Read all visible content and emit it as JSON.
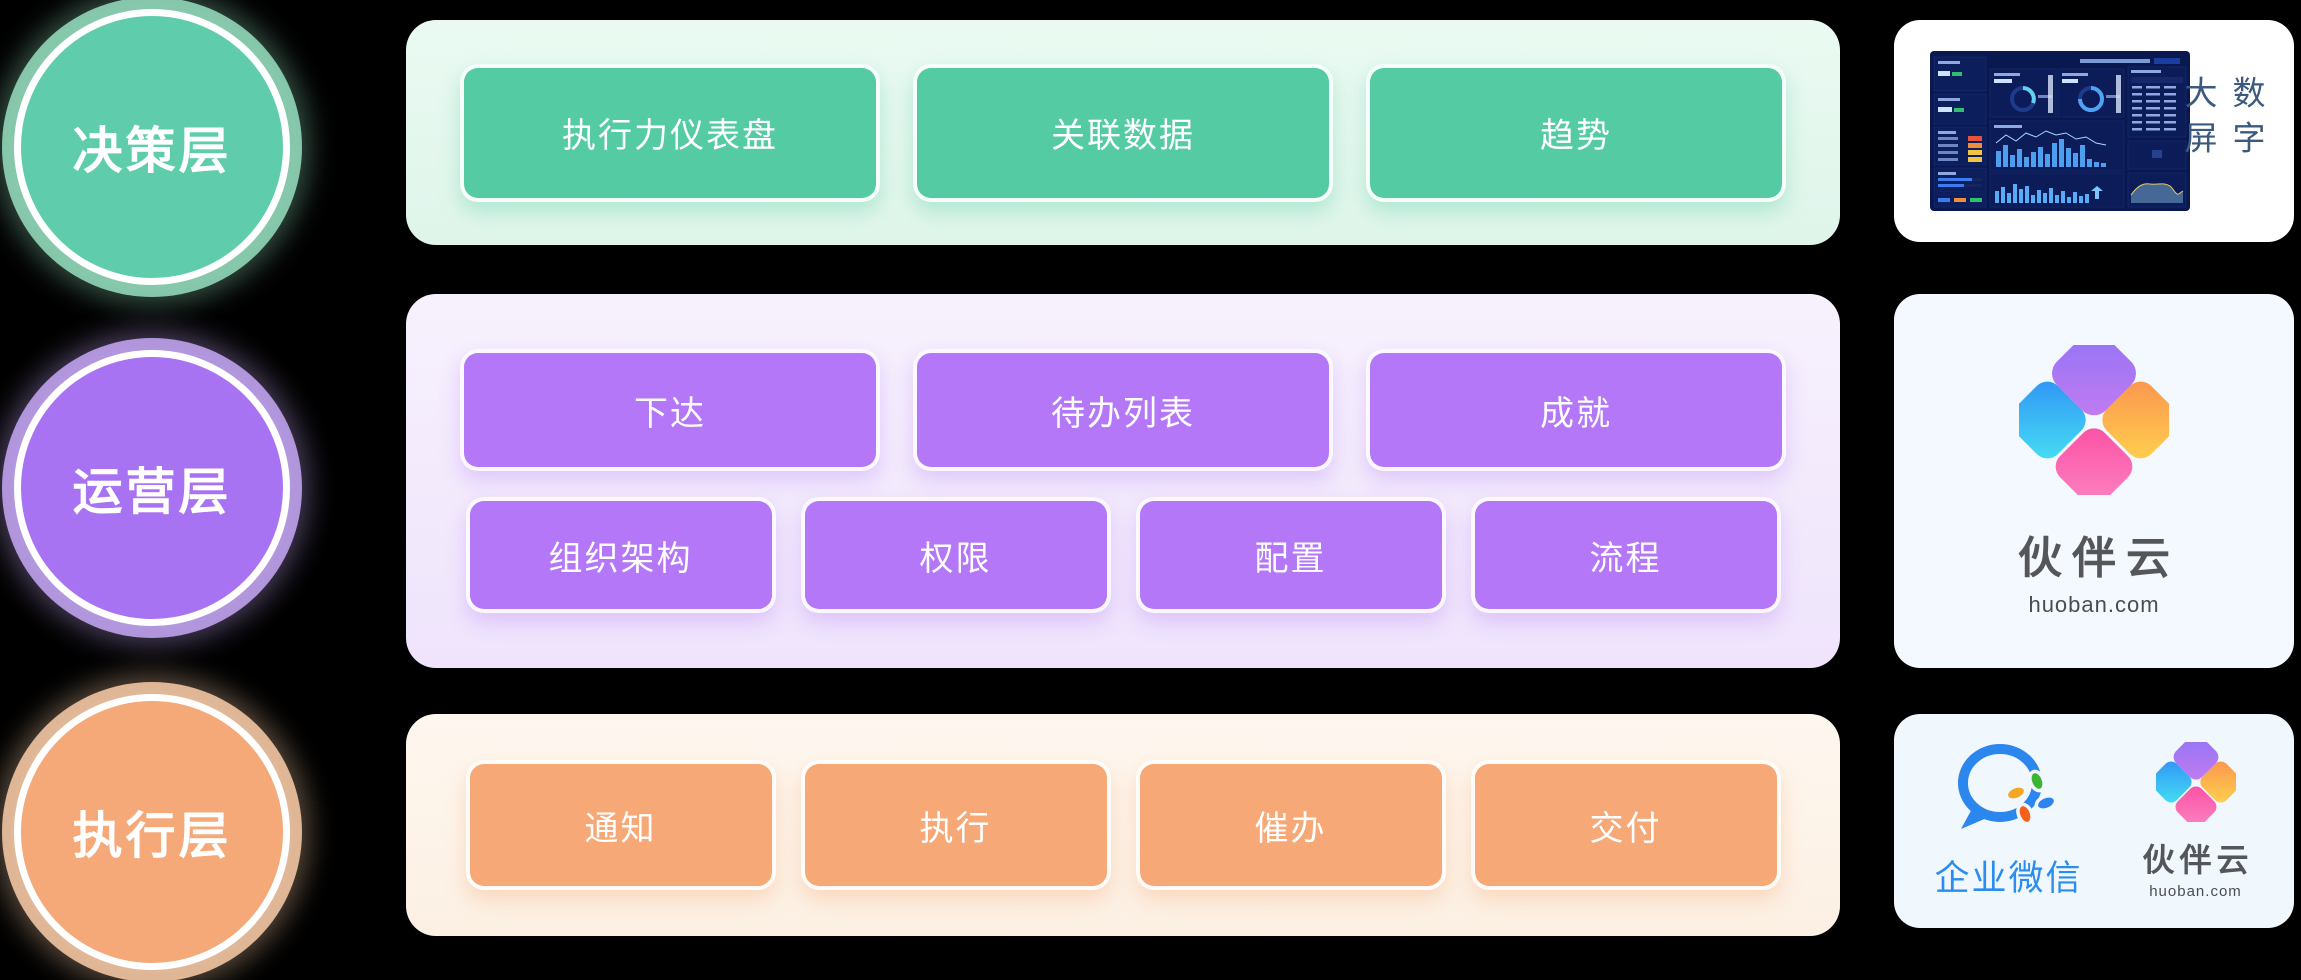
{
  "page": {
    "background": "#000000"
  },
  "layers": [
    {
      "name": "决策层",
      "theme": {
        "circle": "#5FCDAB",
        "panel": "#E5F8EF",
        "chip": "#55CBA4"
      },
      "rows": [
        [
          "执行力仪表盘",
          "关联数据",
          "趋势"
        ]
      ]
    },
    {
      "name": "运营层",
      "theme": {
        "circle": "#A873F2",
        "panel": "#F3EBFD",
        "chip": "#B377F7"
      },
      "rows": [
        [
          "下达",
          "待办列表",
          "成就"
        ],
        [
          "组织架构",
          "权限",
          "配置",
          "流程"
        ]
      ]
    },
    {
      "name": "执行层",
      "theme": {
        "circle": "#F5A878",
        "panel": "#FDF3EA",
        "chip": "#F6A877"
      },
      "rows": [
        [
          "通知",
          "执行",
          "催办",
          "交付"
        ]
      ]
    }
  ],
  "side_cards": {
    "digital_screen": {
      "label": "数字大屏",
      "label_color": "#3C5A7D",
      "preview_icon": "dashboard-preview-icon",
      "preview_bg": "#0A1850"
    },
    "huoban": {
      "logo_icon": "huoban-diamond-icon",
      "brand": "伙伴云",
      "domain": "huoban.com",
      "text_color": "#55565A"
    },
    "integrations": {
      "wecom": {
        "logo_icon": "wecom-bubble-icon",
        "name": "企业微信",
        "color": "#2B8DF0"
      },
      "huoban": {
        "logo_icon": "huoban-diamond-icon",
        "brand": "伙伴云",
        "domain": "huoban.com"
      }
    }
  }
}
